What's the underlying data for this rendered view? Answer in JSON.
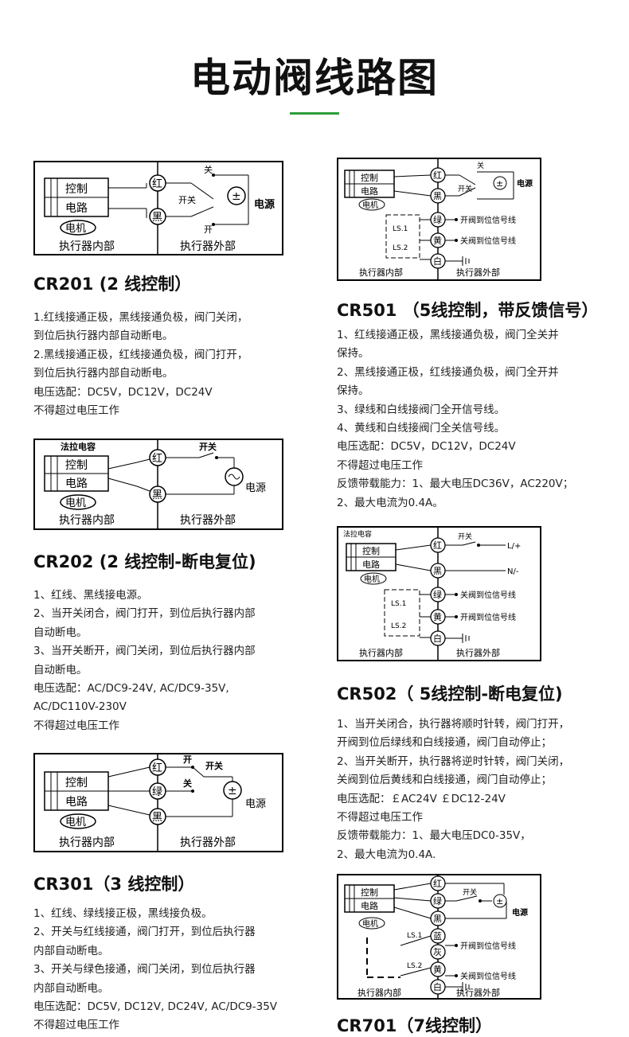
{
  "page": {
    "title": "电动阀线路图"
  },
  "common": {
    "inside": "执行器内部",
    "outside": "执行器外部",
    "control": "控制",
    "circuit": "电路",
    "motor": "电机",
    "power": "电源",
    "switch": "开关",
    "open": "开",
    "close": "关",
    "red": "红",
    "black": "黑",
    "green": "绿",
    "yellow": "黄",
    "white": "白",
    "blue": "蓝",
    "gray": "灰",
    "ls1": "LS.1",
    "ls2": "LS.2",
    "cap": "法拉电容",
    "l_plus": "L/+",
    "n_minus": "N/-"
  },
  "cr201": {
    "heading": "CR201 (2 线控制）",
    "lines": [
      "1.红线接通正极，黑线接通负极，阀门关闭，",
      "到位后执行器内部自动断电。",
      "2.黑线接通正极，红线接通负极，阀门打开，",
      "到位后执行器内部自动断电。",
      "电压选配：DC5V，DC12V，DC24V",
      "不得超过电压工作"
    ]
  },
  "cr202": {
    "heading": "CR202 (2 线控制-断电复位)",
    "lines": [
      "1、红线、黑线接电源。",
      "2、当开关闭合，阀门打开，到位后执行器内部",
      "自动断电。",
      "3、当开关断开，阀门关闭，到位后执行器内部",
      "自动断电。",
      "电压选配：AC/DC9-24V, AC/DC9-35V,",
      "AC/DC110V-230V",
      "不得超过电压工作"
    ]
  },
  "cr301": {
    "heading": "CR301（3 线控制）",
    "lines": [
      "1、红线、绿线接正极，黑线接负极。",
      "2、开关与红线接通，阀门打开，到位后执行器",
      "内部自动断电。",
      "3、开关与绿色接通，阀门关闭，到位后执行器",
      "内部自动断电。",
      "电压选配：DC5V, DC12V, DC24V, AC/DC9-35V",
      "不得超过电压工作"
    ]
  },
  "cr501": {
    "heading": "CR501 （5线控制，带反馈信号）",
    "open_sig": "开阀到位信号线",
    "close_sig": "关阀到位信号线",
    "lines": [
      "1、红线接通正极，黑线接通负极，阀门全关并",
      "保持。",
      "2、黑线接通正极，红线接通负极，阀门全开并",
      "保持。",
      "3、绿线和白线接阀门全开信号线。",
      "4、黄线和白线接阀门全关信号线。",
      "电压选配：DC5V，DC12V，DC24V",
      "不得超过电压工作",
      "反馈带载能力：1、最大电压DC36V，AC220V；",
      "2、最大电流为0.4A。"
    ]
  },
  "cr502": {
    "heading": "CR502（ 5线控制-断电复位)",
    "open_sig": "开阀到位信号线",
    "close_sig": "关阀到位信号线",
    "lines": [
      "1、当开关闭合，执行器将顺时针转，阀门打开，",
      "开阀到位后绿线和白线接通，阀门自动停止；",
      "2、当开关断开，执行器将逆时针转，阀门关闭，",
      "关阀到位后黄线和白线接通，阀门自动停止；",
      "电压选配：￡AC24V ￡DC12-24V",
      "不得超过电压工作",
      "反馈带载能力：1、最大电压DC0-35V，",
      "2、最大电流为0.4A."
    ]
  },
  "cr701": {
    "heading": "CR701（7线控制）",
    "open_sig": "开阀到位信号线",
    "close_sig": "关阀到位信号线"
  }
}
